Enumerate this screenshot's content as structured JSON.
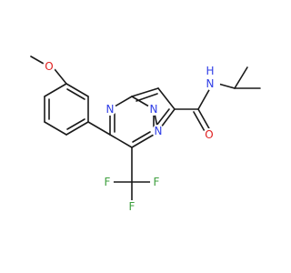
{
  "molecule": {
    "atom_labels": {
      "methoxy_O": "O",
      "ring_N4": "N",
      "ring_N1": "N",
      "ring_N8": "N",
      "amide_N": "N",
      "amide_H": "H",
      "carbonyl_O": "O",
      "fluorine_1": "F",
      "fluorine_2": "F",
      "fluorine_3": "F"
    },
    "colors": {
      "bond": "#1a1a1a",
      "nitrogen": "#2f3ee6",
      "oxygen": "#e02020",
      "fluorine": "#3fa03f",
      "background": "#ffffff"
    }
  }
}
